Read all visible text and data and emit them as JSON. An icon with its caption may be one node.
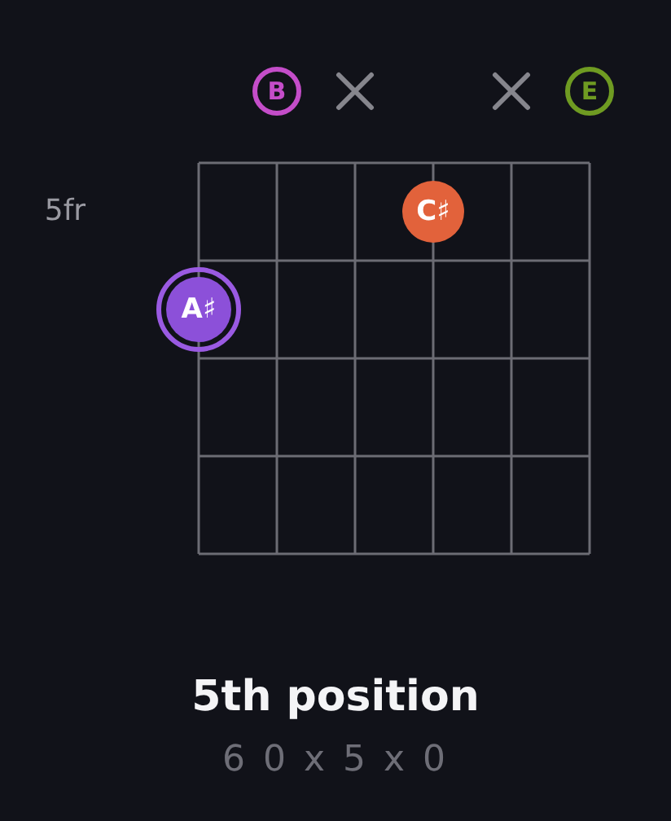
{
  "diagram": {
    "title": "5th position",
    "caption": "6 0 x 5 x 0",
    "nodes": [
      {
        "text": [
          "B"
        ]
      },
      {
        "text": [],
        "shape": "cross"
      },
      {
        "text": [],
        "shape": "cross"
      },
      {
        "text": [
          "E"
        ]
      },
      {
        "text": [
          "C♯"
        ]
      },
      {
        "text": [
          "A♯"
        ]
      }
    ],
    "labels": [
      "5fr"
    ]
  }
}
